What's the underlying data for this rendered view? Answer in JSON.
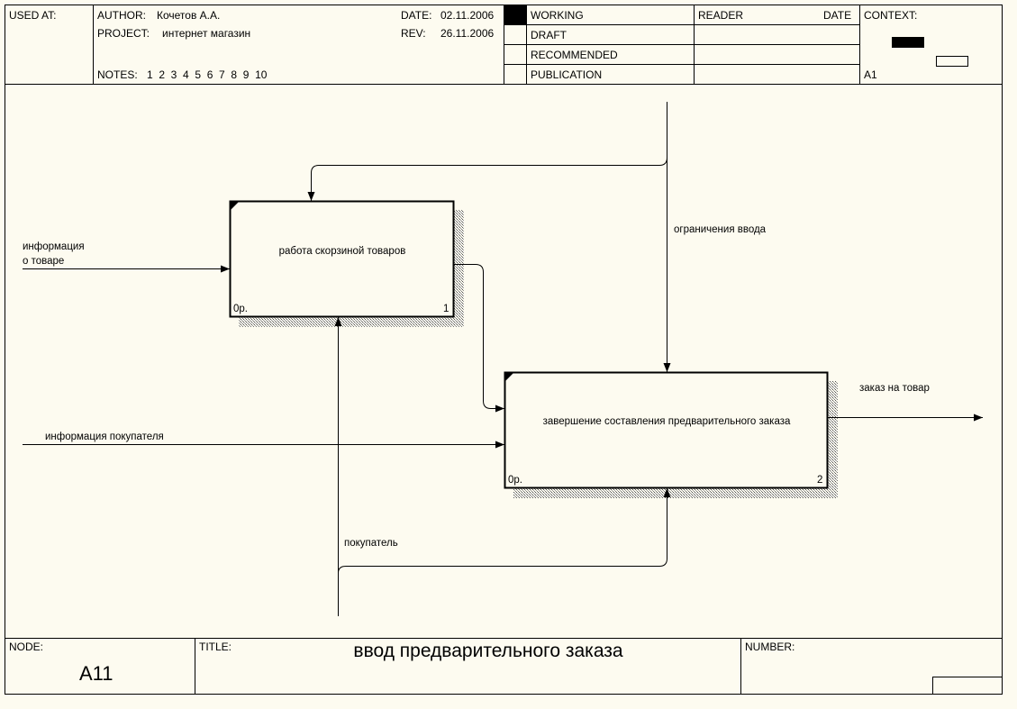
{
  "header": {
    "used_at_label": "USED AT:",
    "author_label": "AUTHOR:",
    "author_value": "Кочетов А.А.",
    "project_label": "PROJECT:",
    "project_value": "интернет магазин",
    "date_label": "DATE:",
    "date_value": "02.11.2006",
    "rev_label": "REV:",
    "rev_value": "26.11.2006",
    "notes_label": "NOTES:",
    "notes_numbers": "1  2  3  4  5  6  7  8  9  10",
    "status": [
      {
        "label": "WORKING",
        "checked": true
      },
      {
        "label": "DRAFT",
        "checked": false
      },
      {
        "label": "RECOMMENDED",
        "checked": false
      },
      {
        "label": "PUBLICATION",
        "checked": false
      }
    ],
    "reader_label": "READER",
    "reader_date_label": "DATE",
    "context_label": "CONTEXT:",
    "context_node": "A1"
  },
  "diagram": {
    "boxes": [
      {
        "title": "работа скорзиной товаров",
        "cost": "0р.",
        "number": "1"
      },
      {
        "title": "завершение составления предварительного заказа",
        "cost": "0р.",
        "number": "2"
      }
    ],
    "arrows": {
      "input_product_info_line1": "информация",
      "input_product_info_line2": "о товаре",
      "input_buyer_info": "информация покупателя",
      "control_input_constraints": "ограничения ввода",
      "mechanism_buyer": "покупатель",
      "output_order": "заказ на товар"
    }
  },
  "footer": {
    "node_label": "NODE:",
    "node_value": "A11",
    "title_label": "TITLE:",
    "title_value": "ввод предварительного заказа",
    "number_label": "NUMBER:"
  },
  "colors": {
    "background": "#fdfbf0",
    "line": "#000000",
    "shadow": "#7a7a7a"
  }
}
